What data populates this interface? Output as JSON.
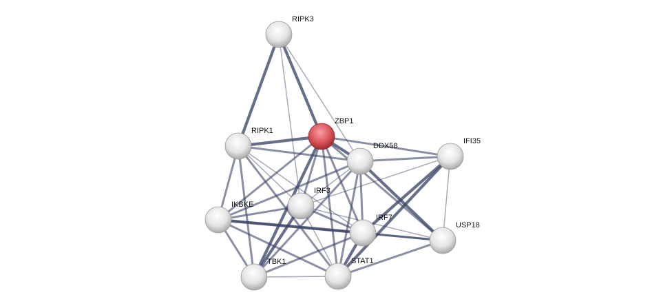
{
  "network": {
    "query_color": "#d9545a",
    "node_color": "#e6e6e6",
    "edge_color": "#3c4566",
    "nodes": [
      {
        "id": "RIPK3",
        "label": "RIPK3",
        "query": false
      },
      {
        "id": "ZBP1",
        "label": "ZBP1",
        "query": true
      },
      {
        "id": "RIPK1",
        "label": "RIPK1",
        "query": false
      },
      {
        "id": "DDX58",
        "label": "DDX58",
        "query": false
      },
      {
        "id": "IFI35",
        "label": "IFI35",
        "query": false
      },
      {
        "id": "IRF3",
        "label": "IRF3",
        "query": false
      },
      {
        "id": "IKBKE",
        "label": "IKBKE",
        "query": false
      },
      {
        "id": "IRF7",
        "label": "IRF7",
        "query": false
      },
      {
        "id": "USP18",
        "label": "USP18",
        "query": false
      },
      {
        "id": "TBK1",
        "label": "TBK1",
        "query": false
      },
      {
        "id": "STAT1",
        "label": "STAT1",
        "query": false
      }
    ],
    "edges": [
      [
        "RIPK3",
        "RIPK1",
        3
      ],
      [
        "RIPK3",
        "ZBP1",
        3
      ],
      [
        "RIPK3",
        "IRF3",
        1
      ],
      [
        "RIPK3",
        "DDX58",
        1
      ],
      [
        "ZBP1",
        "RIPK1",
        3
      ],
      [
        "ZBP1",
        "DDX58",
        3
      ],
      [
        "ZBP1",
        "IFI35",
        2
      ],
      [
        "ZBP1",
        "IRF3",
        2
      ],
      [
        "ZBP1",
        "IKBKE",
        2
      ],
      [
        "ZBP1",
        "TBK1",
        3
      ],
      [
        "ZBP1",
        "STAT1",
        2
      ],
      [
        "ZBP1",
        "IRF7",
        2
      ],
      [
        "ZBP1",
        "USP18",
        2
      ],
      [
        "RIPK1",
        "DDX58",
        2
      ],
      [
        "RIPK1",
        "IKBKE",
        2
      ],
      [
        "RIPK1",
        "TBK1",
        2
      ],
      [
        "RIPK1",
        "IRF7",
        1
      ],
      [
        "RIPK1",
        "STAT1",
        2
      ],
      [
        "RIPK1",
        "IRF3",
        1
      ],
      [
        "DDX58",
        "IFI35",
        2
      ],
      [
        "DDX58",
        "IKBKE",
        2
      ],
      [
        "DDX58",
        "IRF3",
        1
      ],
      [
        "DDX58",
        "TBK1",
        2
      ],
      [
        "DDX58",
        "STAT1",
        2
      ],
      [
        "DDX58",
        "IRF7",
        2
      ],
      [
        "DDX58",
        "USP18",
        3
      ],
      [
        "IFI35",
        "IRF3",
        1
      ],
      [
        "IFI35",
        "IRF7",
        3
      ],
      [
        "IFI35",
        "STAT1",
        3
      ],
      [
        "IFI35",
        "USP18",
        1
      ],
      [
        "IRF3",
        "IKBKE",
        2
      ],
      [
        "IRF3",
        "TBK1",
        3
      ],
      [
        "IRF3",
        "IRF7",
        2
      ],
      [
        "IRF3",
        "STAT1",
        1
      ],
      [
        "IRF3",
        "USP18",
        1
      ],
      [
        "IKBKE",
        "IRF7",
        3
      ],
      [
        "IKBKE",
        "TBK1",
        2
      ],
      [
        "IKBKE",
        "STAT1",
        2
      ],
      [
        "IKBKE",
        "USP18",
        2
      ],
      [
        "IRF7",
        "TBK1",
        2
      ],
      [
        "IRF7",
        "STAT1",
        3
      ],
      [
        "IRF7",
        "USP18",
        2
      ],
      [
        "STAT1",
        "TBK1",
        1
      ],
      [
        "STAT1",
        "USP18",
        2
      ]
    ]
  }
}
